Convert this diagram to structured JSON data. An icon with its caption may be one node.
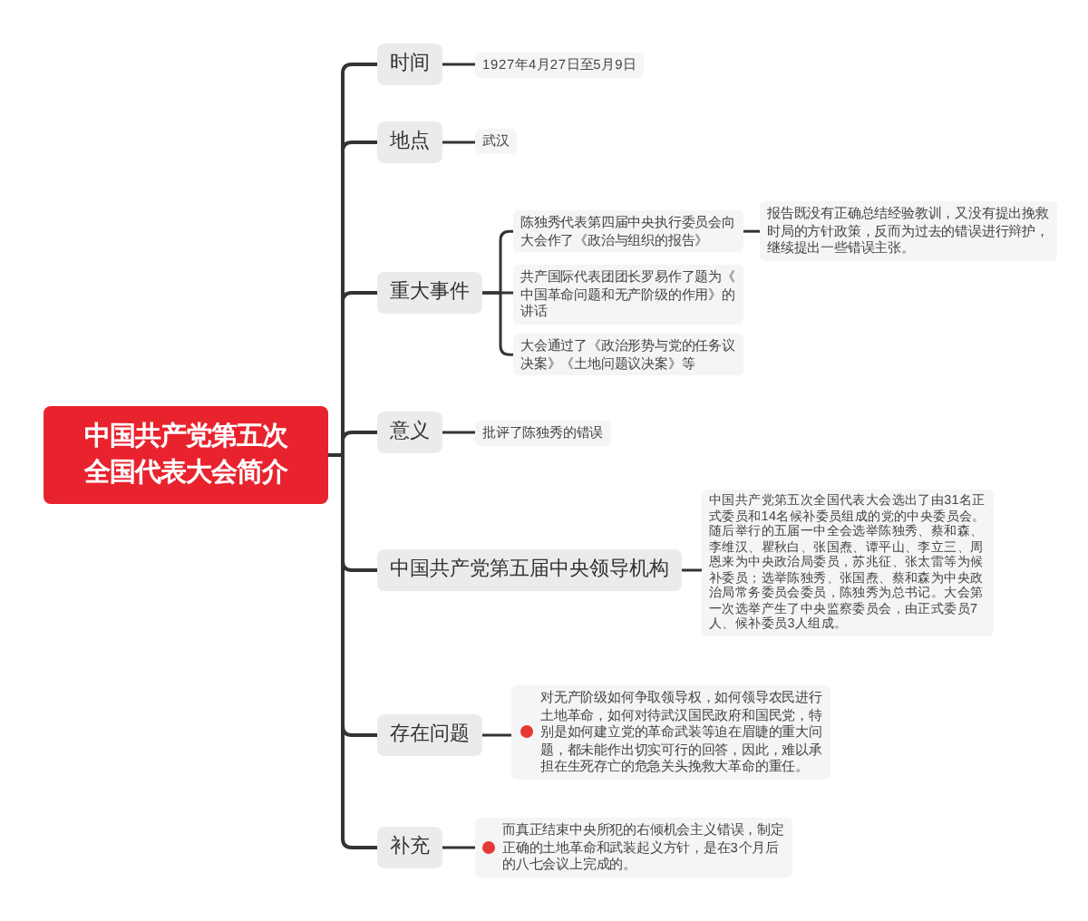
{
  "diagram": {
    "nodes": [
      {
        "text": [
          "中国共产党第五次全国代表大会简介"
        ]
      },
      {
        "text": [
          "时间"
        ]
      },
      {
        "text": [
          "1927年4月27日至5月9日"
        ]
      },
      {
        "text": [
          "地点"
        ]
      },
      {
        "text": [
          "武汉"
        ]
      },
      {
        "text": [
          "重大事件"
        ]
      },
      {
        "text": [
          "陈独秀代表第四届中央执行委员会向大会作了《政治与组织的报告》"
        ]
      },
      {
        "text": [
          "报告既没有正确总结经验教训，又没有提出挽救时局的方针政策，反而为过去的错误进行辩护，继续提出一些错误主张。"
        ]
      },
      {
        "text": [
          "共产国际代表团团长罗易作了题为《中国革命问题和无产阶级的作用》的讲话"
        ]
      },
      {
        "text": [
          "大会通过了《政治形势与党的任务议决案》《土地问题议决案》等"
        ]
      },
      {
        "text": [
          "意义"
        ]
      },
      {
        "text": [
          "批评了陈独秀的错误"
        ]
      },
      {
        "text": [
          "中国共产党第五届中央领导机构"
        ]
      },
      {
        "text": [
          "中国共产党第五次全国代表大会选出了由31名正式委员和14名候补委员组成的党的中央委员会。随后举行的五届一中全会选举陈独秀、蔡和森、李维汉、瞿秋白、张国焘、谭平山、李立三、周恩来为中央政治局委员，苏兆征、张太雷等为候补委员；选举陈独秀、张国焘、蔡和森为中央政治局常务委员会委员，陈独秀为总书记。大会第一次选举产生了中央监察委员会，由正式委员7人、候补委员3人组成。"
        ]
      },
      {
        "text": [
          "存在问题"
        ]
      },
      {
        "text": [
          "对无产阶级如何争取领导权，如何领导农民进行土地革命，如何对待武汉国民政府和国民党，特别是如何建立党的革命武装等迫在眉睫的重大问题，都未能作出切实可行的回答，因此，难以承担在生死存亡的危急关头挽救大革命的重任。"
        ]
      },
      {
        "text": [
          "补充"
        ]
      },
      {
        "text": [
          "而真正结束中央所犯的右倾机会主义错误，制定正确的土地革命和武装起义方针，是在3个月后的八七会议上完成的。"
        ]
      }
    ],
    "edges": [
      {
        "from": 0,
        "to": 1,
        "arrow": "none"
      },
      {
        "from": 0,
        "to": 3,
        "arrow": "none"
      },
      {
        "from": 0,
        "to": 5,
        "arrow": "none"
      },
      {
        "from": 0,
        "to": 10,
        "arrow": "none"
      },
      {
        "from": 0,
        "to": 12,
        "arrow": "none"
      },
      {
        "from": 0,
        "to": 14,
        "arrow": "none"
      },
      {
        "from": 0,
        "to": 16,
        "arrow": "none"
      },
      {
        "from": 1,
        "to": 2,
        "arrow": "none"
      },
      {
        "from": 3,
        "to": 4,
        "arrow": "none"
      },
      {
        "from": 5,
        "to": 6,
        "arrow": "none"
      },
      {
        "from": 6,
        "to": 7,
        "arrow": "none"
      },
      {
        "from": 5,
        "to": 8,
        "arrow": "none"
      },
      {
        "from": 5,
        "to": 9,
        "arrow": "none"
      },
      {
        "from": 10,
        "to": 11,
        "arrow": "none"
      },
      {
        "from": 12,
        "to": 13,
        "arrow": "none"
      },
      {
        "from": 14,
        "to": 15,
        "arrow": "none"
      },
      {
        "from": 16,
        "to": 17,
        "arrow": "none"
      }
    ]
  }
}
